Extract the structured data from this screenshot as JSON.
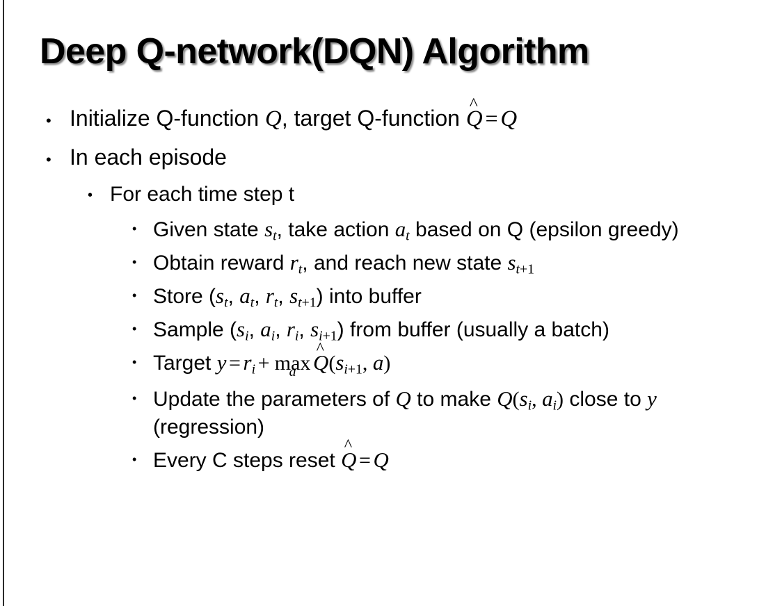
{
  "slide": {
    "title": "Deep Q-network(DQN) Algorithm",
    "background_color": "#ffffff",
    "text_color": "#000000",
    "rule_color": "#2b2b2b"
  },
  "bullets": {
    "b1": {
      "level": 1,
      "marker": "•",
      "t1": "Initialize Q-function ",
      "q1": "Q",
      "t2": ", target Q-function ",
      "qhat": "Q",
      "hat": "^",
      "eq": "=",
      "q2": "Q"
    },
    "b2": {
      "level": 1,
      "marker": "•",
      "text": "In each episode"
    },
    "b3": {
      "level": 2,
      "marker": "•",
      "text": "For each time step t"
    },
    "b4": {
      "level": 3,
      "marker": "•",
      "t1": "Given state ",
      "s": "s",
      "s_sub": "t",
      "t2": ", take action ",
      "a": "a",
      "a_sub": "t",
      "t3": " based on Q (epsilon greedy)"
    },
    "b5": {
      "level": 3,
      "marker": "•",
      "t1": "Obtain reward ",
      "r": "r",
      "r_sub": "t",
      "t2": ", and reach new state ",
      "s": "s",
      "s_sub_var": "t",
      "s_sub_plus": "+1"
    },
    "b6": {
      "level": 3,
      "marker": "•",
      "t1": "Store (",
      "s": "s",
      "s_sub": "t",
      "c1": ", ",
      "a": "a",
      "a_sub": "t",
      "c2": ", ",
      "r": "r",
      "r_sub": "t",
      "c3": ", ",
      "s2": "s",
      "s2_sub_var": "t",
      "s2_sub_plus": "+1",
      "t2": ") into buffer"
    },
    "b7": {
      "level": 3,
      "marker": "•",
      "t1": "Sample (",
      "s": "s",
      "s_sub": "i",
      "c1": ", ",
      "a": "a",
      "a_sub": "i",
      "c2": ", ",
      "r": "r",
      "r_sub": "i",
      "c3": ", ",
      "s2": "s",
      "s2_sub_var": "i",
      "s2_sub_plus": "+1",
      "t2": ") from buffer (usually a batch)"
    },
    "b8": {
      "level": 3,
      "marker": "•",
      "t1": "Target ",
      "y": "y",
      "eq": "=",
      "r": "r",
      "r_sub": "i",
      "plus": "+",
      "maxname": "max",
      "maxlimit": "a",
      "qhat": "Q",
      "hat": "^",
      "paren_open": "(",
      "s": "s",
      "s_sub_var": "i",
      "s_sub_plus": "+1",
      "comma": ", ",
      "a": "a",
      "paren_close": ")"
    },
    "b9": {
      "level": 3,
      "marker": "•",
      "t1": "Update the parameters of ",
      "q1": "Q",
      "t2": " to make ",
      "q2": "Q",
      "paren_open": "(",
      "s": "s",
      "s_sub": "i",
      "comma": ", ",
      "a": "a",
      "a_sub": "i",
      "paren_close": ")",
      "t3": " close to ",
      "y": "y",
      "t4": " (regression)"
    },
    "b10": {
      "level": 3,
      "marker": "•",
      "t1": "Every C steps reset ",
      "qhat": "Q",
      "hat": "^",
      "eq": "=",
      "q": "Q"
    }
  }
}
